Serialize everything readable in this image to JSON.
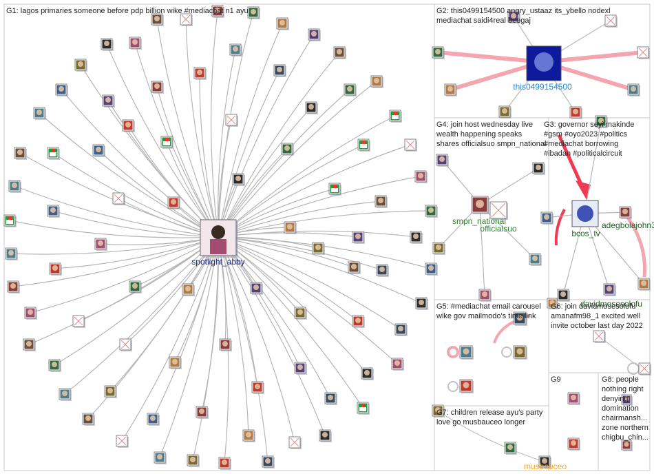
{
  "groups": [
    {
      "id": "G1",
      "title": "G1: lagos primaries someone before pdp billion wike #mediachat n1 ayu"
    },
    {
      "id": "G2",
      "title": "G2: this0499154500 angry_ustaaz its_ybello nodexl mediachat saidi4real beegaj"
    },
    {
      "id": "G3",
      "title": "G3: governor seyi makinde #gsm #oyo2023 #politics #mediachat borrowing #ibadan #politicalcircuit"
    },
    {
      "id": "G4",
      "title": "G4: join host wednesday live wealth happening speaks shares officialsuo smpn_national"
    },
    {
      "id": "G5",
      "title": "G5: #mediachat email carousel wike gov mailmodo's time link"
    },
    {
      "id": "G6",
      "title": "G6: join davidmosesolofu amanafm98_1 excited well invite october last day 2022"
    },
    {
      "id": "G7",
      "title": "G7: children release ayu's party love go musbauceo longer"
    },
    {
      "id": "G8",
      "title": "G8: people nothing right denying domination chairmansh... zone northern chigbu_chin..."
    },
    {
      "id": "G9",
      "title": "G9"
    }
  ],
  "labels": {
    "spotlight": "spotlight_abby",
    "this0499": "this0499154500",
    "smpn": "smpn_national",
    "officialsuo": "officialsuo",
    "bcos": "bcos_tv",
    "adegbolajohn": "adegbolajohn3",
    "musbauceo": "musbauceo",
    "davidmoses": "davidmosesolofu"
  },
  "colors": {
    "g1_label": "#1a237e",
    "g2_label": "#1e88e5",
    "g3_label": "#1b5e20",
    "g4_label": "#2e7d32",
    "g7_label": "#f9a825",
    "pink_edge": "#f4a6b0",
    "red_edge": "#ef3b52",
    "grey_edge": "#b5b5b5"
  }
}
